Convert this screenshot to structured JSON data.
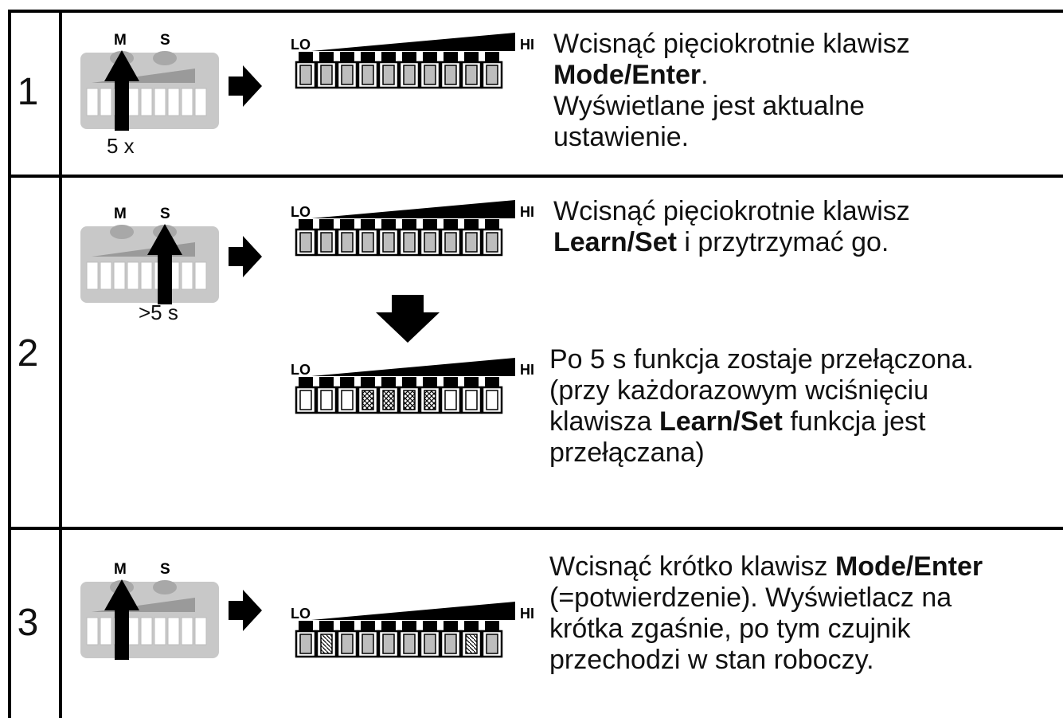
{
  "steps": [
    {
      "number": "1",
      "press_label": "5 x",
      "display_variant": "all-gray",
      "desc": [
        {
          "text": "Wcisnąć pięciokrotnie klawisz"
        },
        {
          "strong": "Mode/Enter",
          "after": "."
        },
        {
          "text": "Wyświetlane jest aktualne"
        },
        {
          "text": "ustawienie."
        }
      ]
    },
    {
      "number": "2",
      "press_label": ">5 s",
      "display_variant": "all-gray",
      "desc": [
        {
          "text": "Wcisnąć pięciokrotnie klawisz"
        },
        {
          "strong": "Learn/Set",
          "after": " i przytrzymać go."
        }
      ],
      "result_display_variant": "crosshatch-middle",
      "result_desc": [
        {
          "text": "Po 5 s funkcja zostaje przełączona."
        },
        {
          "text": "(przy każdorazowym wciśnięciu"
        },
        {
          "before": "klawisza ",
          "strong": "Learn/Set",
          "after": " funkcja jest"
        },
        {
          "text": "przełączana)"
        }
      ]
    },
    {
      "number": "3",
      "display_variant": "hatch-pair",
      "desc": [
        {
          "before": "Wcisnąć krótko klawisz ",
          "strong": "Mode/Enter"
        },
        {
          "text": "(=potwierdzenie). Wyświetlacz na"
        },
        {
          "text": "krótka zgaśnie, po tym czujnik"
        },
        {
          "text": "przechodzi w stan roboczy."
        }
      ]
    }
  ],
  "device": {
    "button_m": "M",
    "button_s": "S"
  },
  "scale": {
    "lo": "LO",
    "hi": "HI"
  },
  "colors": {
    "line": "#000000",
    "device_body": "#c8c8c8",
    "device_button": "#a8a8a8",
    "segment_gray": "#bdbdbd"
  }
}
